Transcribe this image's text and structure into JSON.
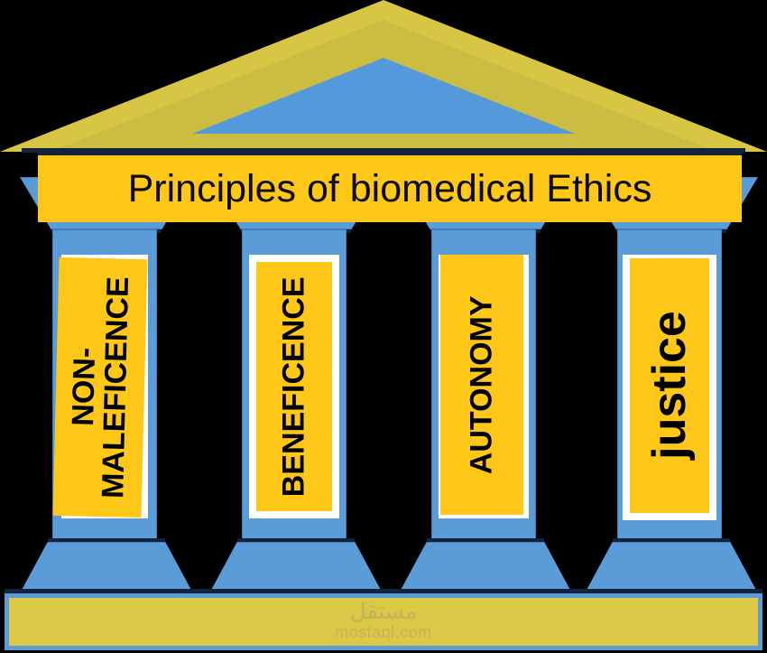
{
  "graphic": {
    "kind": "greek-temple-infographic",
    "title": "Principles of biomedical Ethics",
    "colors": {
      "background": "#000000",
      "pediment_gold": "#d6c644",
      "pediment_inner_line": "#cbbc42",
      "pediment_blue": "#5499da",
      "column_blue": "#5a9bd8",
      "column_outline": "#3c7ebd",
      "banner_yellow": "#ffc717",
      "label_yellow": "#ffc717",
      "label_frame_white": "#ffffff",
      "plinth_khaki": "#dcc747",
      "shadow_navy": "#11243c",
      "text_black": "#000000",
      "watermark_olive": "#c3b457"
    }
  },
  "pediment": {
    "name": "roof-pediment",
    "inner_triangle": "blue-triangle"
  },
  "banner": {
    "label": "Principles of biomedical Ethics"
  },
  "columns": [
    {
      "id": "non-maleficence",
      "label": "NON-\nMALEFICENCE",
      "label_display": "NON-\nMALEFICENCE",
      "style": "tilted-plate",
      "font_size": 34
    },
    {
      "id": "beneficence",
      "label": "BENEFICENCE",
      "label_display": "BENEFICENCE",
      "style": "framed-plate",
      "font_size": 34
    },
    {
      "id": "autonomy",
      "label": "AUTONOMY",
      "label_display": "AUTONOMY",
      "style": "framed-plate",
      "font_size": 34
    },
    {
      "id": "justice",
      "label": "justice",
      "label_display": "justice",
      "style": "framed-plate-lowercase",
      "font_size": 52
    }
  ],
  "plinth": {
    "name": "stylobate-base"
  },
  "watermark": {
    "arabic": "مستقل",
    "domain": "mostaql.com"
  }
}
